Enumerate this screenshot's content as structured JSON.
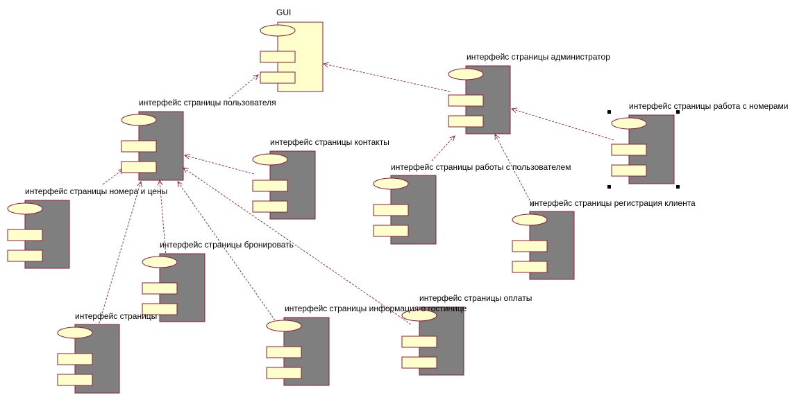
{
  "colors": {
    "component_fill": "#7f7f7f",
    "gui_fill": "#ffffcc",
    "tab_fill": "#ffffcc",
    "stroke": "#8b1a3a",
    "handle": "#000000"
  },
  "components": [
    {
      "id": "gui",
      "label": "GUI",
      "style": "light"
    },
    {
      "id": "user",
      "label": "интерфейс страницы пользователя",
      "style": "dark"
    },
    {
      "id": "admin",
      "label": "интерфейс страницы администратор",
      "style": "dark"
    },
    {
      "id": "rooms_work",
      "label": "интерфейс страницы работа с номерами",
      "style": "dark",
      "selected": true
    },
    {
      "id": "contacts",
      "label": "интерфейс страницы контакты",
      "style": "dark"
    },
    {
      "id": "users_work",
      "label": "интерфейс страницы работы с пользователем",
      "style": "dark"
    },
    {
      "id": "rooms_prices",
      "label": "интерфейс страницы номера и цены",
      "style": "dark"
    },
    {
      "id": "registration",
      "label": "интерфейс страницы регистрация клиента",
      "style": "dark"
    },
    {
      "id": "booking",
      "label": "интерфейс страницы бронировать",
      "style": "dark"
    },
    {
      "id": "payment",
      "label": "интерфейс страницы оплаты",
      "style": "dark"
    },
    {
      "id": "info",
      "label": "интерфейс страницы информация о гостинице",
      "style": "dark"
    },
    {
      "id": "page",
      "label": "интерфейс страницы",
      "style": "dark"
    }
  ],
  "dependencies": [
    {
      "from": "user",
      "to": "gui"
    },
    {
      "from": "admin",
      "to": "gui"
    },
    {
      "from": "rooms_work",
      "to": "admin"
    },
    {
      "from": "users_work",
      "to": "admin"
    },
    {
      "from": "registration",
      "to": "admin"
    },
    {
      "from": "contacts",
      "to": "user"
    },
    {
      "from": "rooms_prices",
      "to": "user"
    },
    {
      "from": "booking",
      "to": "user"
    },
    {
      "from": "page",
      "to": "user"
    },
    {
      "from": "info",
      "to": "user"
    },
    {
      "from": "payment",
      "to": "user"
    }
  ]
}
